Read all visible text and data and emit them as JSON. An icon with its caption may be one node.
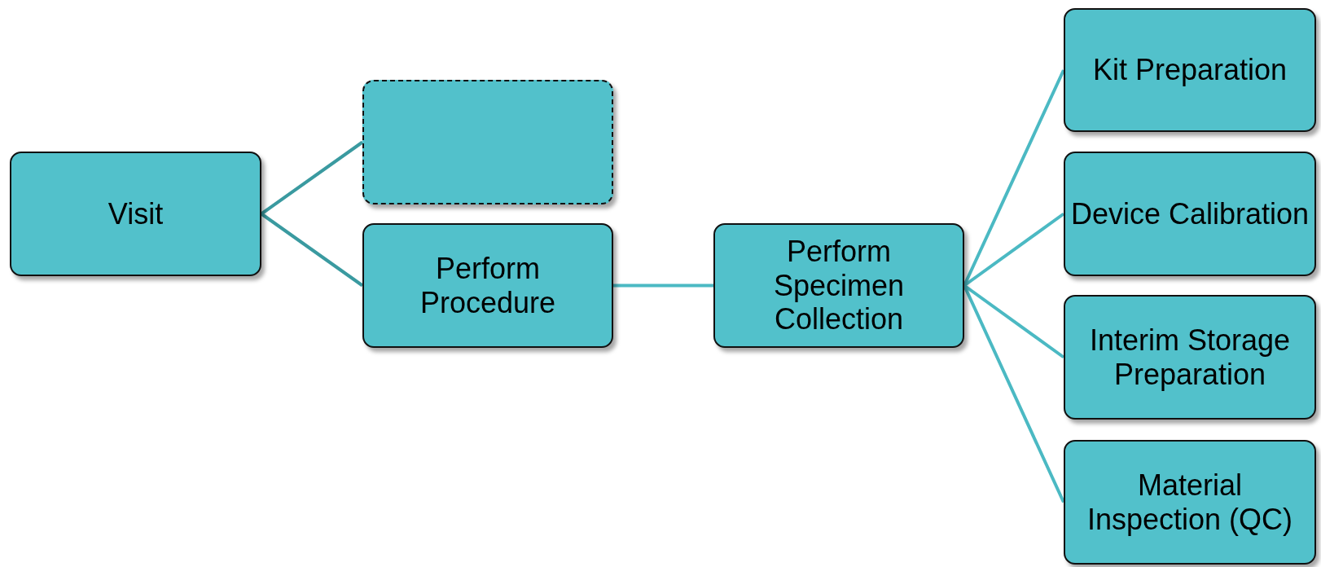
{
  "diagram": {
    "nodes": [
      {
        "text": [
          "Visit"
        ]
      },
      {
        "text": [],
        "shape": "box"
      },
      {
        "text": [
          "Perform Procedure"
        ]
      },
      {
        "text": [
          "Perform Specimen Collection"
        ]
      },
      {
        "text": [
          "Kit Preparation"
        ]
      },
      {
        "text": [
          "Device Calibration"
        ]
      },
      {
        "text": [
          "Interim Storage Preparation"
        ]
      },
      {
        "text": [
          "Material Inspection (QC)"
        ]
      }
    ],
    "edges": [
      {
        "from": 0,
        "to": 1,
        "arrow": "none",
        "color": "#3a9aa0"
      },
      {
        "from": 0,
        "to": 2,
        "arrow": "none",
        "color": "#3a9aa0"
      },
      {
        "from": 2,
        "to": 3,
        "arrow": "none"
      },
      {
        "from": 3,
        "to": 4,
        "arrow": "none"
      },
      {
        "from": 3,
        "to": 5,
        "arrow": "none"
      },
      {
        "from": 3,
        "to": 6,
        "arrow": "none"
      },
      {
        "from": 3,
        "to": 7,
        "arrow": "none"
      }
    ]
  }
}
